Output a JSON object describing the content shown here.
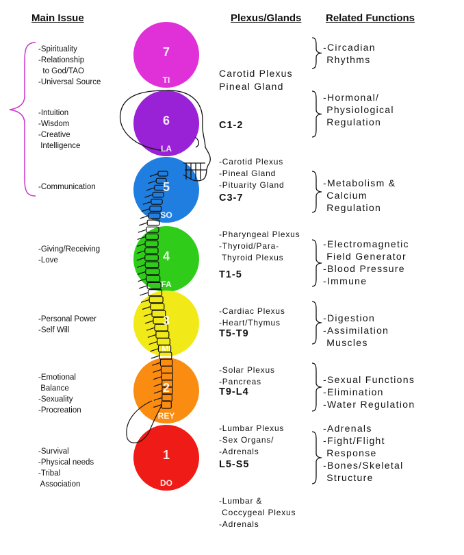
{
  "headers": {
    "main_issue": "Main Issue",
    "plexus": "Plexus/Glands",
    "functions": "Related Functions"
  },
  "chakras": [
    {
      "number": "7",
      "note": "TI",
      "color": "#e030d8",
      "issues": "-Spirituality\n-Relationship\n  to God/TAO\n-Universal Source",
      "plexus_head": "",
      "plexus_body": "Carotid Plexus\nPineal Gland",
      "functions": "-Circadian\n Rhythms"
    },
    {
      "number": "6",
      "note": "LA",
      "color": "#9a22d6",
      "issues": "-Intuition\n-Wisdom\n-Creative\n Intelligence",
      "plexus_head": "C1-2",
      "plexus_body": "-Carotid Plexus\n-Pineal Gland\n-Pituarity Gland",
      "functions": "-Hormonal/\n Physiological\n Regulation"
    },
    {
      "number": "5",
      "note": "SO",
      "color": "#1f7ee0",
      "issues": "-Communication",
      "plexus_head": "C3-7",
      "plexus_body": "-Pharyngeal Plexus\n-Thyroid/Para-\n Thyroid Plexus",
      "functions": "-Metabolism &\n Calcium\n Regulation"
    },
    {
      "number": "4",
      "note": "FA",
      "color": "#2fcd1a",
      "issues": "-Giving/Receiving\n-Love",
      "plexus_head": "T1-5",
      "plexus_body": "-Cardiac Plexus\n-Heart/Thymus",
      "functions": "-Electromagnetic\n Field Generator\n-Blood Pressure\n-Immune"
    },
    {
      "number": "3",
      "note": "MI",
      "color": "#f2ea18",
      "issues": "-Personal Power\n-Self Will",
      "plexus_head": "T5-T9",
      "plexus_body": "-Solar Plexus\n-Pancreas",
      "functions": "-Digestion\n-Assimilation\n Muscles"
    },
    {
      "number": "2",
      "note": "REY",
      "color": "#fb8c12",
      "issues": "-Emotional\n Balance\n-Sexuality\n-Procreation",
      "plexus_head": "T9-L4",
      "plexus_body": "-Lumbar Plexus\n-Sex Organs/\n-Adrenals",
      "functions": "-Sexual Functions\n-Elimination\n-Water Regulation"
    },
    {
      "number": "1",
      "note": "DO",
      "color": "#ee1b16",
      "issues": "-Survival\n-Physical needs\n-Tribal\n Association",
      "plexus_head": "L5-S5",
      "plexus_body": "-Lumbar &\n Coccygeal Plexus\n-Adrenals",
      "functions": "-Adrenals\n-Fight/Flight\n Response\n-Bones/Skeletal\n Structure"
    }
  ],
  "colors": {
    "bracket_magenta": "#cc33cc",
    "outline": "#111111"
  },
  "icons": [
    "skull-outline-icon",
    "spine-outline-icon",
    "curly-brace-icon"
  ]
}
